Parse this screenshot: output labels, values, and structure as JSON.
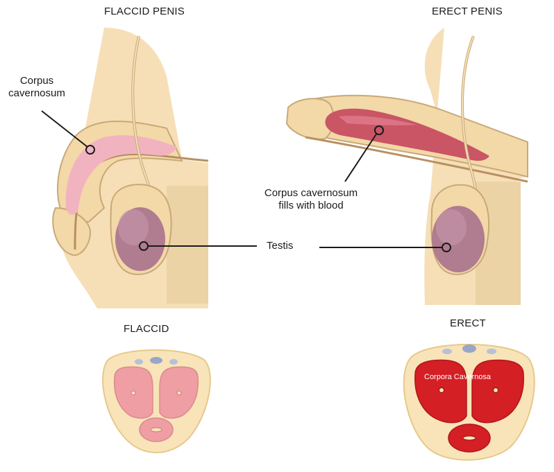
{
  "labels": {
    "flaccid_penis_title": "FLACCID PENIS",
    "erect_penis_title": "ERECT PENIS",
    "corpus_cavernosum": [
      "Corpus",
      "cavernosum"
    ],
    "fills_with_blood": [
      "Corpus cavernosum",
      "fills with blood"
    ],
    "testis": "Testis",
    "flaccid_section_title": "FLACCID",
    "erect_section_title": "ERECT",
    "corpora_cavernosa": "Corpora Cavernosa"
  },
  "colors": {
    "skin": "#f6dfb6",
    "skin_shadow": "#ead0a0",
    "outline": "#c9a878",
    "tissue_flaccid": "#f2b3c1",
    "tissue_erect": "#c95565",
    "testis": "#b07c8f",
    "section_flaccid": "#ef9ea3",
    "section_erect": "#d41f24",
    "vein": "#9aa6c8",
    "fat": "#f3e3a0",
    "leader": "#1a1a1a"
  }
}
